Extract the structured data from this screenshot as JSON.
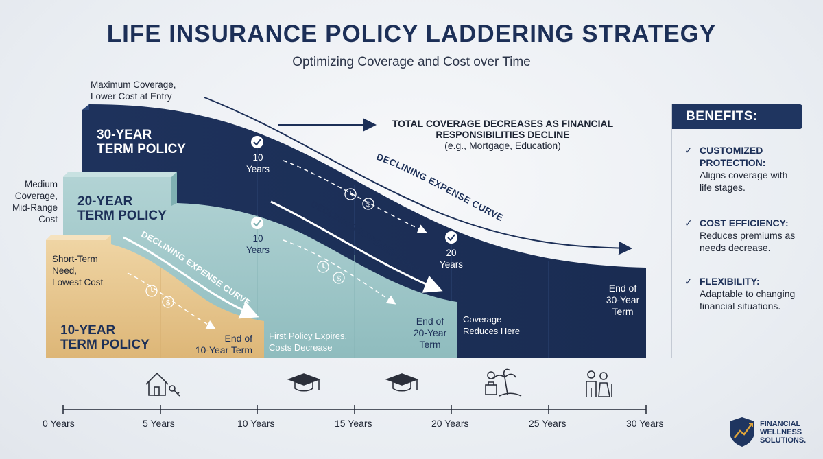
{
  "header": {
    "title": "LIFE INSURANCE POLICY LADDERING STRATEGY",
    "subtitle": "Optimizing Coverage and Cost over Time"
  },
  "colors": {
    "policy30": "#1f3560",
    "policy20": "#9fc5c7",
    "policy10": "#e7c690",
    "title": "#1c2f57"
  },
  "notes": {
    "max_coverage": [
      "Maximum Coverage,",
      "Lower Cost at Entry"
    ],
    "medium_coverage": [
      "Medium",
      "Coverage,",
      "Mid-Range",
      "Cost"
    ],
    "short_term": [
      "Short-Term",
      "Need,",
      "Lowest Cost"
    ],
    "total_decrease_line1": "TOTAL COVERAGE DECREASES AS FINANCIAL",
    "total_decrease_line2": "RESPONSIBILITIES DECLINE",
    "total_decrease_example": "(e.g., Mortgage, Education)",
    "first_policy_expires": [
      "First Policy Expires,",
      "Costs Decrease"
    ],
    "coverage_reduces": [
      "Coverage",
      "Reduces Here"
    ]
  },
  "policies": {
    "p30": {
      "name_line1": "30-YEAR",
      "name_line2": "TERM POLICY",
      "end_line1": "End of",
      "end_line2": "30-Year",
      "end_line3": "Term",
      "curve": "DECLINING EXPENSE CURVE"
    },
    "p20": {
      "name_line1": "20-YEAR",
      "name_line2": "TERM POLICY",
      "end_line1": "End of",
      "end_line2": "20-Year",
      "end_line3": "Term",
      "curve": "DECLINING EXPENSE CURVE"
    },
    "p10": {
      "name_line1": "10-YEAR",
      "name_line2": "TERM POLICY",
      "end_line1": "End of",
      "end_line2": "10-Year Term",
      "curve": "DECLINING EXPENSE CURVE"
    }
  },
  "milestones": [
    {
      "num": "10",
      "unit": "Years"
    },
    {
      "num": "10",
      "unit": "Years"
    },
    {
      "num": "20",
      "unit": "Years"
    }
  ],
  "axis": [
    "0 Years",
    "5 Years",
    "10 Years",
    "15 Years",
    "20 Years",
    "25 Years",
    "30 Years"
  ],
  "life_icons": [
    "house-key-icon",
    "graduation-cap-icon",
    "graduation-cap-icon",
    "retirement-palm-icon",
    "elderly-couple-icon"
  ],
  "benefits": {
    "heading": "BENEFITS:",
    "items": [
      {
        "title": "CUSTOMIZED PROTECTION:",
        "desc": "Aligns coverage with life stages."
      },
      {
        "title": "COST EFFICIENCY:",
        "desc": "Reduces premiums as needs decrease."
      },
      {
        "title": "FLEXIBILITY:",
        "desc": "Adaptable to changing financial situations."
      }
    ]
  },
  "logo": {
    "line1": "FINANCIAL",
    "line2": "WELLNESS",
    "line3": "SOLUTIONS."
  }
}
